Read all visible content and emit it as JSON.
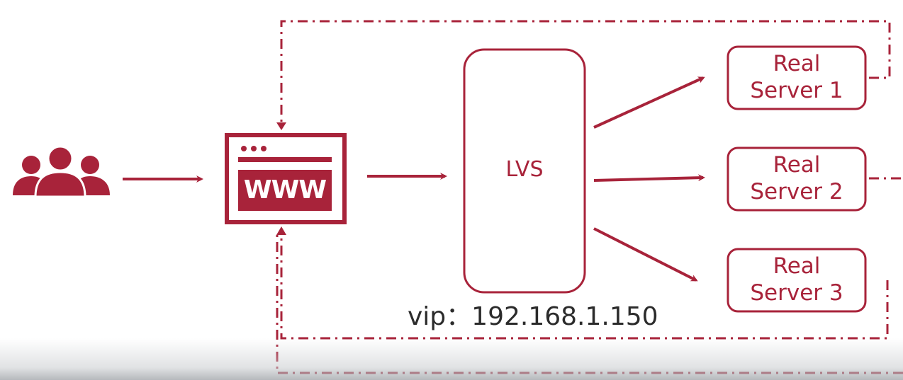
{
  "diagram": {
    "nodes": {
      "lvs": {
        "label": "LVS"
      },
      "www": {
        "label": "WWW"
      },
      "real_servers": [
        {
          "line1": "Real",
          "line2": "Server 1"
        },
        {
          "line1": "Real",
          "line2": "Server 2"
        },
        {
          "line1": "Real",
          "line2": "Server 3"
        }
      ]
    },
    "vip_label": "vip：192.168.1.150",
    "icons": [
      "users-icon",
      "browser-window-icon"
    ],
    "colors": {
      "accent": "#a8233a",
      "text_dark": "#2b2b2b",
      "background": "#ffffff"
    }
  }
}
